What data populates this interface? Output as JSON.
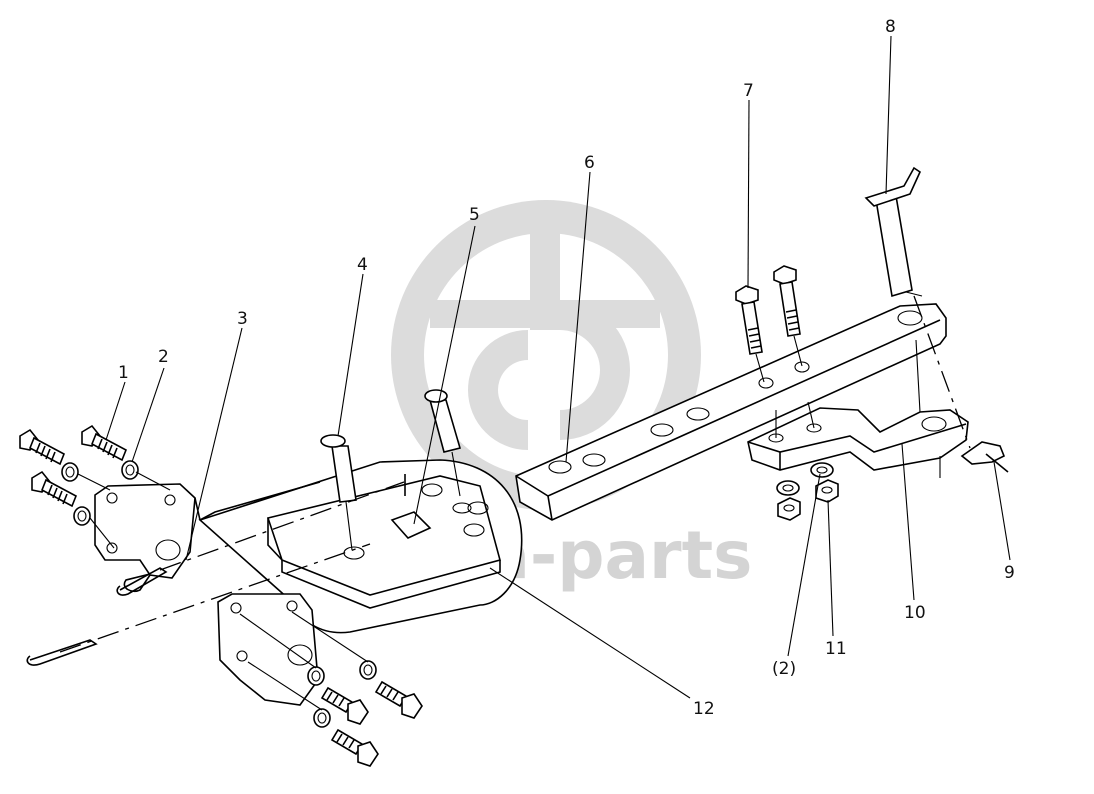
{
  "watermark": {
    "text": "data-parts",
    "logo_letters": "GD",
    "color": "#d4d4d4"
  },
  "callouts": [
    {
      "id": "c1",
      "label": "1"
    },
    {
      "id": "c2",
      "label": "2"
    },
    {
      "id": "c3",
      "label": "3"
    },
    {
      "id": "c4",
      "label": "4"
    },
    {
      "id": "c5",
      "label": "5"
    },
    {
      "id": "c6",
      "label": "6"
    },
    {
      "id": "c7",
      "label": "7"
    },
    {
      "id": "c8",
      "label": "8"
    },
    {
      "id": "c9",
      "label": "9"
    },
    {
      "id": "c10",
      "label": "10"
    },
    {
      "id": "c11",
      "label": "11"
    },
    {
      "id": "c2b",
      "label": "(2)"
    },
    {
      "id": "c12",
      "label": "12"
    }
  ]
}
